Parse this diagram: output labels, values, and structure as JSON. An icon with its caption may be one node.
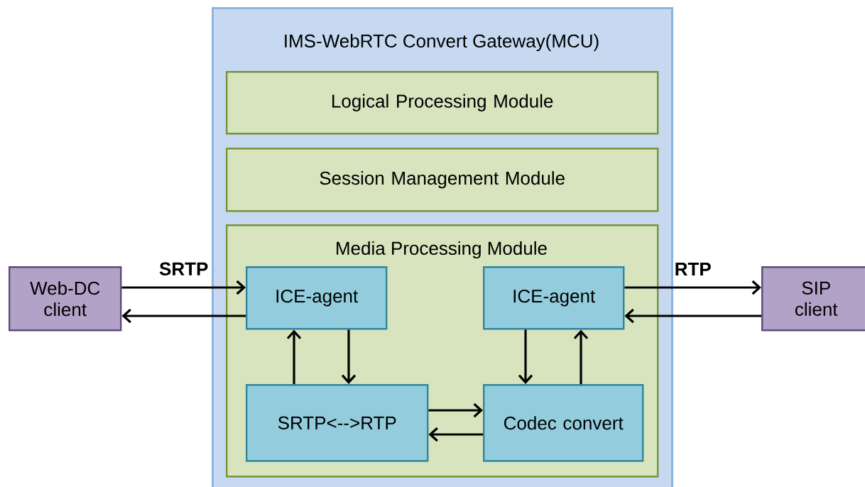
{
  "diagram": {
    "nodes": [
      {
        "text": [
          "IMS-WebRTC Convert Gateway(MCU)"
        ]
      },
      {
        "text": [
          "Logical Processing Module"
        ],
        "in": 0
      },
      {
        "text": [
          "Session Management Module"
        ],
        "in": 0
      },
      {
        "text": [
          "Media Processing Module"
        ],
        "in": 0
      },
      {
        "text": [
          "ICE-agent"
        ],
        "in": 3
      },
      {
        "text": [
          "ICE-agent"
        ],
        "in": 3
      },
      {
        "text": [
          "SRTP<-->RTP"
        ],
        "in": 3
      },
      {
        "text": [
          "Codec convert"
        ],
        "in": 3
      },
      {
        "text": [
          "Web-DC client"
        ]
      },
      {
        "text": [
          "SIP client"
        ]
      }
    ],
    "edges": [
      {
        "from": 8,
        "to": 4,
        "arrow": "to",
        "label": "SRTP"
      },
      {
        "from": 4,
        "to": 8,
        "arrow": "to"
      },
      {
        "from": 5,
        "to": 9,
        "arrow": "to",
        "label": "RTP"
      },
      {
        "from": 9,
        "to": 5,
        "arrow": "to"
      },
      {
        "from": 6,
        "to": 4,
        "arrow": "to"
      },
      {
        "from": 4,
        "to": 6,
        "arrow": "to"
      },
      {
        "from": 5,
        "to": 7,
        "arrow": "to"
      },
      {
        "from": 7,
        "to": 5,
        "arrow": "to"
      },
      {
        "from": 6,
        "to": 7,
        "arrow": "to"
      },
      {
        "from": 7,
        "to": 6,
        "arrow": "to"
      }
    ]
  }
}
